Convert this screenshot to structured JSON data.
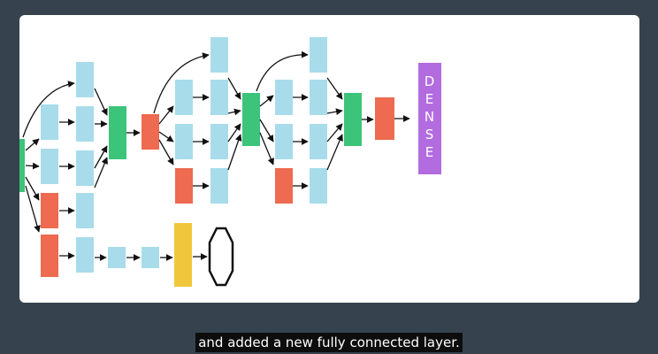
{
  "caption": "and added a new fully connected layer.",
  "colors": {
    "background": "#36434f",
    "slide": "#ffffff",
    "conv_block": "#a8dcea",
    "pool_block": "#ee6a50",
    "concat_block": "#3cc47a",
    "aux_block": "#f0c73c",
    "dense_block": "#b36be0",
    "arrow": "#111111"
  },
  "diagram": {
    "dense_letters": [
      "D",
      "E",
      "N",
      "S",
      "E"
    ]
  }
}
